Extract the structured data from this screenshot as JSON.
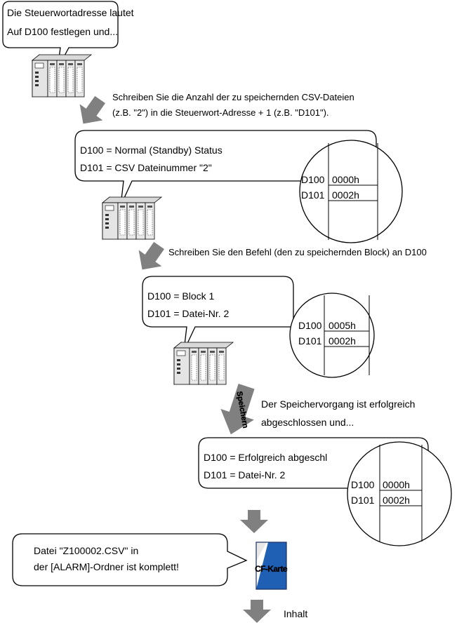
{
  "step1": {
    "bubble_lines": [
      "Die Steuerwortadresse lautet",
      "Auf D100 festlegen und..."
    ],
    "caption_lines": [
      "Schreiben Sie die Anzahl der zu speichernden CSV-Dateien",
      "(z.B. \"2\") in die Steuerwort-Adresse + 1 (z.B. \"D101\")."
    ]
  },
  "step2": {
    "bubble_lines": [
      "D100 = Normal (Standby) Status",
      "D101 = CSV Dateinummer \"2\""
    ],
    "registers": [
      {
        "address": "D100",
        "value": "0000h"
      },
      {
        "address": "D101",
        "value": "0002h"
      }
    ],
    "caption": "Schreiben Sie den Befehl (den zu speichernden Block) an D100"
  },
  "step3": {
    "bubble_lines": [
      "D100 = Block 1",
      "D101 = Datei-Nr. 2"
    ],
    "registers": [
      {
        "address": "D100",
        "value": "0005h"
      },
      {
        "address": "D101",
        "value": "0002h"
      }
    ],
    "arrow_label": "Speichern",
    "caption_lines": [
      "Der Speichervorgang ist erfolgreich",
      "abgeschlossen und..."
    ]
  },
  "step4": {
    "bubble_lines": [
      "D100 = Erfolgreich abgeschl",
      "D101 = Datei-Nr. 2"
    ],
    "registers": [
      {
        "address": "D100",
        "value": "0000h"
      },
      {
        "address": "D101",
        "value": "0002h"
      }
    ]
  },
  "step5": {
    "bubble_lines": [
      "Datei \"Z100002.CSV\" in",
      "der [ALARM]-Ordner ist komplett!"
    ],
    "card_label": "CF-Karte",
    "caption": "Inhalt"
  },
  "colors": {
    "arrow": "#808080",
    "card_blue": "#1f5fb4",
    "card_dark": "#1b2f63",
    "plc_body": "#e2e2e2",
    "plc_dark": "#333333"
  },
  "icons": [
    "plc-unit-icon",
    "cf-card-icon",
    "down-arrow-icon"
  ]
}
